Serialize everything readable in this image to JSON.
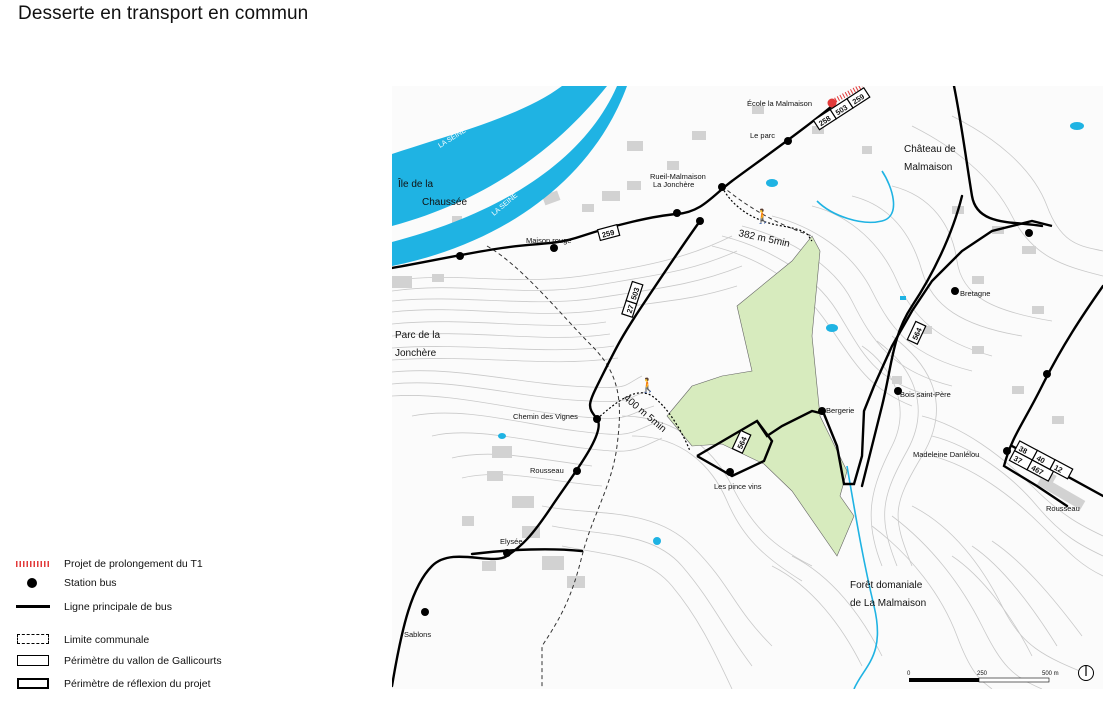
{
  "title": "Desserte en transport en commun",
  "map": {
    "area_labels": {
      "ile_line1": "Île de la",
      "ile_line2": "Chaussée",
      "parc_line1": "Parc de la",
      "parc_line2": "Jonchère",
      "chateau_line1": "Château de",
      "chateau_line2": "Malmaison",
      "foret_line1": "Forêt domaniale",
      "foret_line2": "de La Malmaison",
      "seine": "LA SEINE"
    },
    "stops": {
      "ecole": "École la Malmaison",
      "le_parc": "Le parc",
      "rueil_line1": "Rueil-Malmaison",
      "rueil_line2": "La Jonchère",
      "maison_rouge": "Maison rouge",
      "chemin_vignes": "Chemin des Vignes",
      "rousseau_w": "Rousseau",
      "elysee": "Elysée",
      "sablons": "Sablons",
      "bergerie": "Bergerie",
      "pince_vins": "Les pince vins",
      "bretagne": "Bretagne",
      "bois_saint_pere": "Bois saint-Père",
      "madeleine": "Madeleine Danlélou",
      "rousseau_e": "Rousseau"
    },
    "walks": {
      "north": "382 m 5min",
      "south": "400 m 5min"
    },
    "line_badges": {
      "b258": "258",
      "b503a": "503",
      "b259a": "259",
      "b259b": "259",
      "b27": "27",
      "b503b": "503",
      "b564a": "564",
      "b564b": "564",
      "b38": "38",
      "b37": "37",
      "b40": "40",
      "b467": "467",
      "b12": "12"
    },
    "scale": {
      "s0": "0",
      "s250": "250",
      "s500": "500 m"
    },
    "colors": {
      "water": "#1fb3e3",
      "vallon_green": "#d7ebbe",
      "t1_red": "#e23a3a",
      "bus_line": "#000000",
      "contour": "#c8c8c8",
      "building": "#cfcfcf"
    }
  },
  "legend": {
    "items": [
      {
        "label": "Projet de prolongement du T1"
      },
      {
        "label": "Station bus"
      },
      {
        "label": "Ligne principale de bus"
      },
      {
        "label": "Limite communale"
      },
      {
        "label": "Périmètre du vallon de Gallicourts"
      },
      {
        "label": "Périmètre de réflexion du projet"
      }
    ]
  }
}
